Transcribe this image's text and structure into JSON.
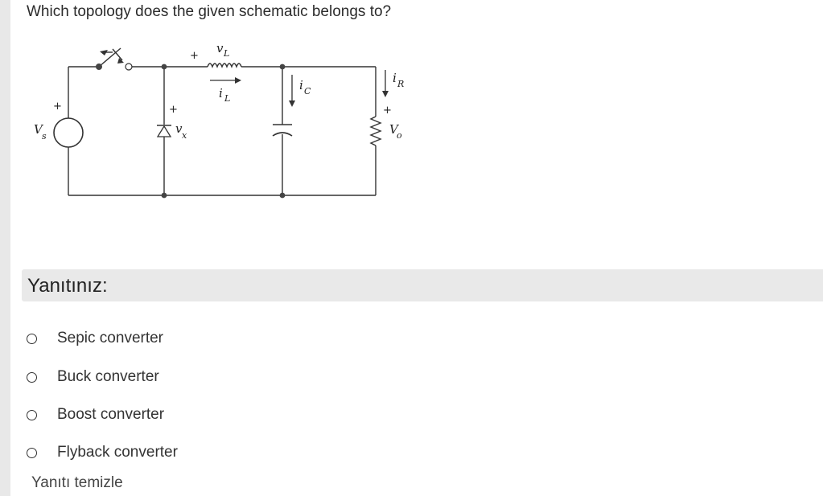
{
  "question": {
    "text": "Which topology does the given schematic belongs to?"
  },
  "schematic": {
    "labels": {
      "vs": "V",
      "vs_sub": "s",
      "vx": "v",
      "vx_sub": "x",
      "vl": "v",
      "vl_sub": "L",
      "il": "i",
      "il_sub": "L",
      "ic": "i",
      "ic_sub": "C",
      "ir": "i",
      "ir_sub": "R",
      "vo": "V",
      "vo_sub": "o",
      "plus": "+"
    }
  },
  "answer": {
    "label": "Yanıtınız:",
    "options": [
      {
        "label": "Sepic converter",
        "selected": false
      },
      {
        "label": "Buck converter",
        "selected": false
      },
      {
        "label": "Boost converter",
        "selected": false
      },
      {
        "label": "Flyback converter",
        "selected": false
      }
    ],
    "clear_label": "Yanıtı temizle"
  }
}
